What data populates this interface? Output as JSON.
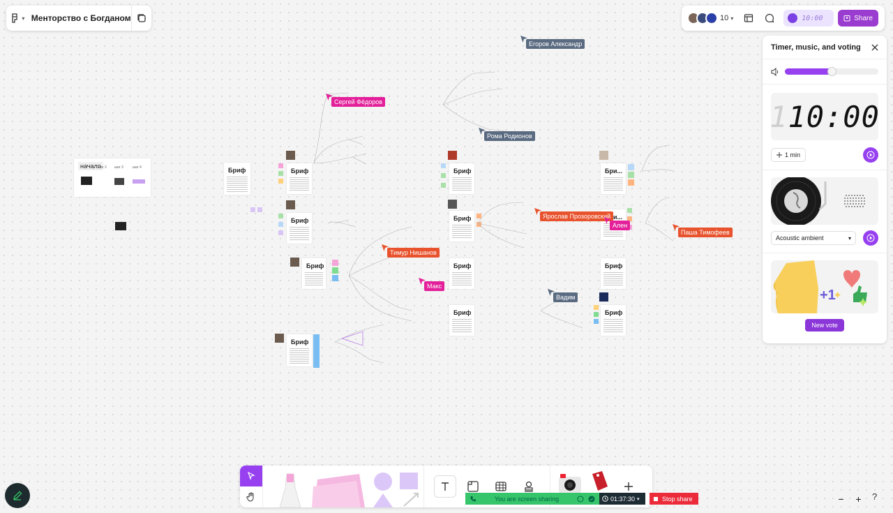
{
  "header": {
    "title": "Менторство с Богданом",
    "share_label": "Share",
    "participants_count": "10",
    "timer_chip": "10:00"
  },
  "cursors": [
    {
      "name": "Егоров Александр",
      "color": "#5a6a80"
    },
    {
      "name": "Сергей Фёдоров",
      "color": "#e3209a"
    },
    {
      "name": "Рома Родионов",
      "color": "#5a6a80"
    },
    {
      "name": "Ярослав Прозоровский",
      "color": "#e8522c"
    },
    {
      "name": "Ален",
      "color": "#e3209a"
    },
    {
      "name": "Паша Тимофеев",
      "color": "#e8522c"
    },
    {
      "name": "Тимур Нишанов",
      "color": "#e8522c"
    },
    {
      "name": "Макс",
      "color": "#e3209a"
    },
    {
      "name": "Вадим",
      "color": "#5a6a80"
    }
  ],
  "canvas": {
    "start_label": "начало",
    "brief_label": "Бриф",
    "brief_short": "Бри...",
    "steps": [
      "шаг 2",
      "шаг 3",
      "шаг 4"
    ]
  },
  "side_panel": {
    "title": "Timer, music, and voting",
    "volume": 0.5,
    "timer_ghost": "1",
    "timer_display": "10:00",
    "add_minute": "1 min",
    "music_track": "Acoustic ambient",
    "new_vote": "New vote"
  },
  "screen_share": {
    "status": "You are screen sharing",
    "elapsed": "01:37:30",
    "stop_label": "Stop share"
  },
  "colors": {
    "accent": "#9640f0",
    "share": "#9a3ccf",
    "green": "#36c56a",
    "stop": "#ec2b3a"
  }
}
